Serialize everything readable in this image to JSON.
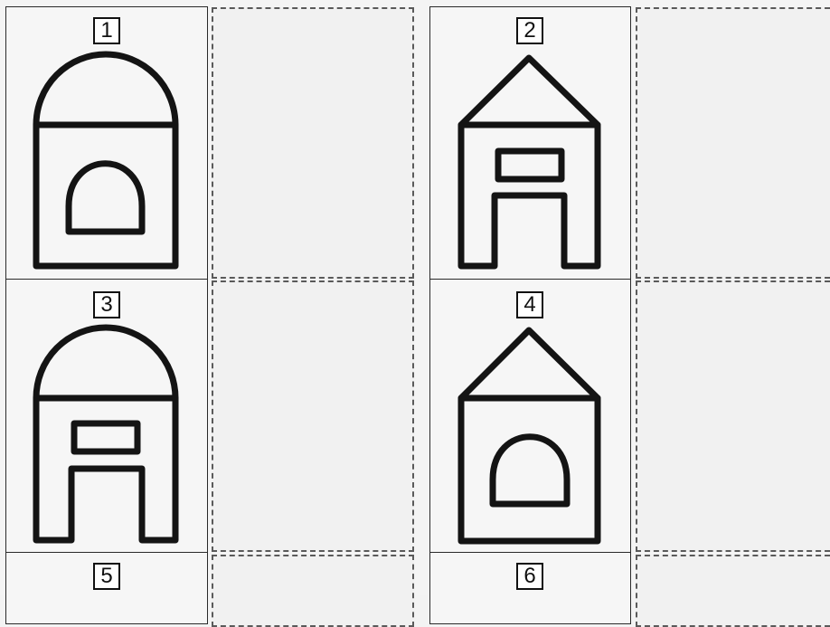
{
  "worksheet": {
    "cards": [
      {
        "number": "1",
        "roof": "dome",
        "body": "arch-window"
      },
      {
        "number": "2",
        "roof": "triangle",
        "body": "door-with-window"
      },
      {
        "number": "3",
        "roof": "dome",
        "body": "door-with-window"
      },
      {
        "number": "4",
        "roof": "triangle",
        "body": "arch-window"
      },
      {
        "number": "5",
        "roof": "",
        "body": ""
      },
      {
        "number": "6",
        "roof": "",
        "body": ""
      }
    ]
  }
}
